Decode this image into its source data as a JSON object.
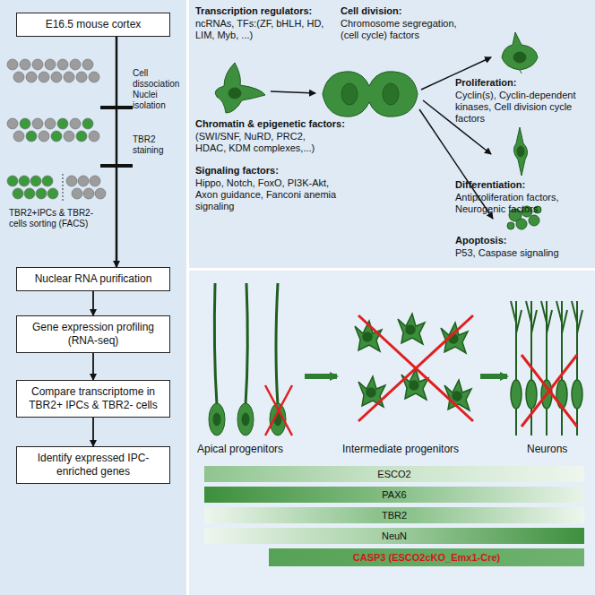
{
  "diagram": {
    "nodes": [
      {
        "text": [
          "E16.5 mouse cortex"
        ]
      },
      {
        "text": [
          "Nuclear RNA purification"
        ]
      },
      {
        "text": [
          "Gene expression profiling (RNA-seq)"
        ]
      },
      {
        "text": [
          "Compare transcriptome in TBR2+ IPCs & TBR2- cells"
        ]
      },
      {
        "text": [
          "Identify expressed IPC-enriched genes"
        ]
      },
      {
        "text": [
          "ESCO2"
        ]
      },
      {
        "text": [
          "PAX6"
        ]
      },
      {
        "text": [
          "TBR2"
        ]
      },
      {
        "text": [
          "NeuN"
        ]
      },
      {
        "text": [
          "CASP3 (ESCO2cKO_Emx1-Cre)"
        ]
      }
    ],
    "edges": [
      {
        "from": 0,
        "to": 1,
        "arrow": "to"
      },
      {
        "from": 1,
        "to": 2,
        "arrow": "to"
      },
      {
        "from": 2,
        "to": 3,
        "arrow": "to"
      },
      {
        "from": 3,
        "to": 4,
        "arrow": "to"
      }
    ],
    "labels": [
      "Cell dissociation",
      "Nuclei isolation",
      "TBR2 staining",
      "TBR2+IPCs & TBR2-cells sorting (FACS)",
      "Transcription regulators:",
      "ncRNAs, TFs:(ZF, bHLH, HD, LIM, Myb, ...)",
      "Chromatin & epigenetic factors:",
      "(SWI/SNF, NuRD, PRC2, HDAC, KDM complexes,...)",
      "Signaling factors:",
      "Hippo, Notch, FoxO, PI3K-Akt, Axon guidance, Fanconi anemia signaling",
      "Cell division:",
      "Chromosome segregation, (cell cycle) factors",
      "Proliferation:",
      "Cyclin(s), Cyclin-dependent kinases, Cell division cycle factors",
      "Differentiation:",
      "Antiproliferation factors, Neurogenic factors",
      "Apoptosis:",
      "P53, Caspase signaling",
      "Apical progenitors",
      "Intermediate progenitors",
      "Neurons"
    ]
  }
}
